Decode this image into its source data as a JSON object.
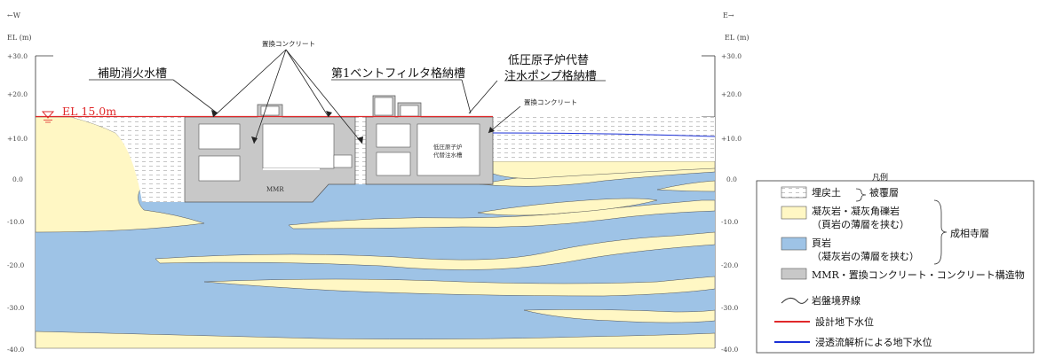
{
  "directions": {
    "west": "←W",
    "east": "E→"
  },
  "axis": {
    "unit_left": "EL (m)",
    "unit_right": "EL (m)",
    "ticks": [
      "+30.0",
      "+20.0",
      "+10.0",
      "0.0",
      "-10.0",
      "-20.0",
      "-30.0",
      "-40.0"
    ]
  },
  "labels": {
    "aux_tank": "補助消火水槽",
    "vent_filter": "第1ベントフィルタ格納槽",
    "pump_line1": "低圧原子炉代替",
    "pump_line2": "注水ポンプ格納槽",
    "replacement_top": "置換コンクリート",
    "replacement_right": "置換コンクリート",
    "mmr": "MMR",
    "inner_line1": "低圧原子炉",
    "inner_line2": "代替注水槽",
    "water_level": "EL 15.0m"
  },
  "legend": {
    "title": "凡例",
    "fill": "埋戻土",
    "cover_layer": "被覆層",
    "tuff_line1": "凝灰岩・凝灰角礫岩",
    "tuff_line2": "（頁岩の薄層を挟む）",
    "formation": "成相寺層",
    "shale_line1": "頁岩",
    "shale_line2": "（凝灰岩の薄層を挟む）",
    "mmr": "MMR・置換コンクリート・コンクリート構造物",
    "boundary": "岩盤境界線",
    "design_gw": "設計地下水位",
    "seepage_gw": "浸透流解析による地下水位"
  },
  "colors": {
    "shale": "#9ec3e6",
    "tuff": "#fff7c4",
    "concrete": "#c8c8c8",
    "design_gw": "#e0292b",
    "seepage_gw": "#1a2fd6"
  }
}
